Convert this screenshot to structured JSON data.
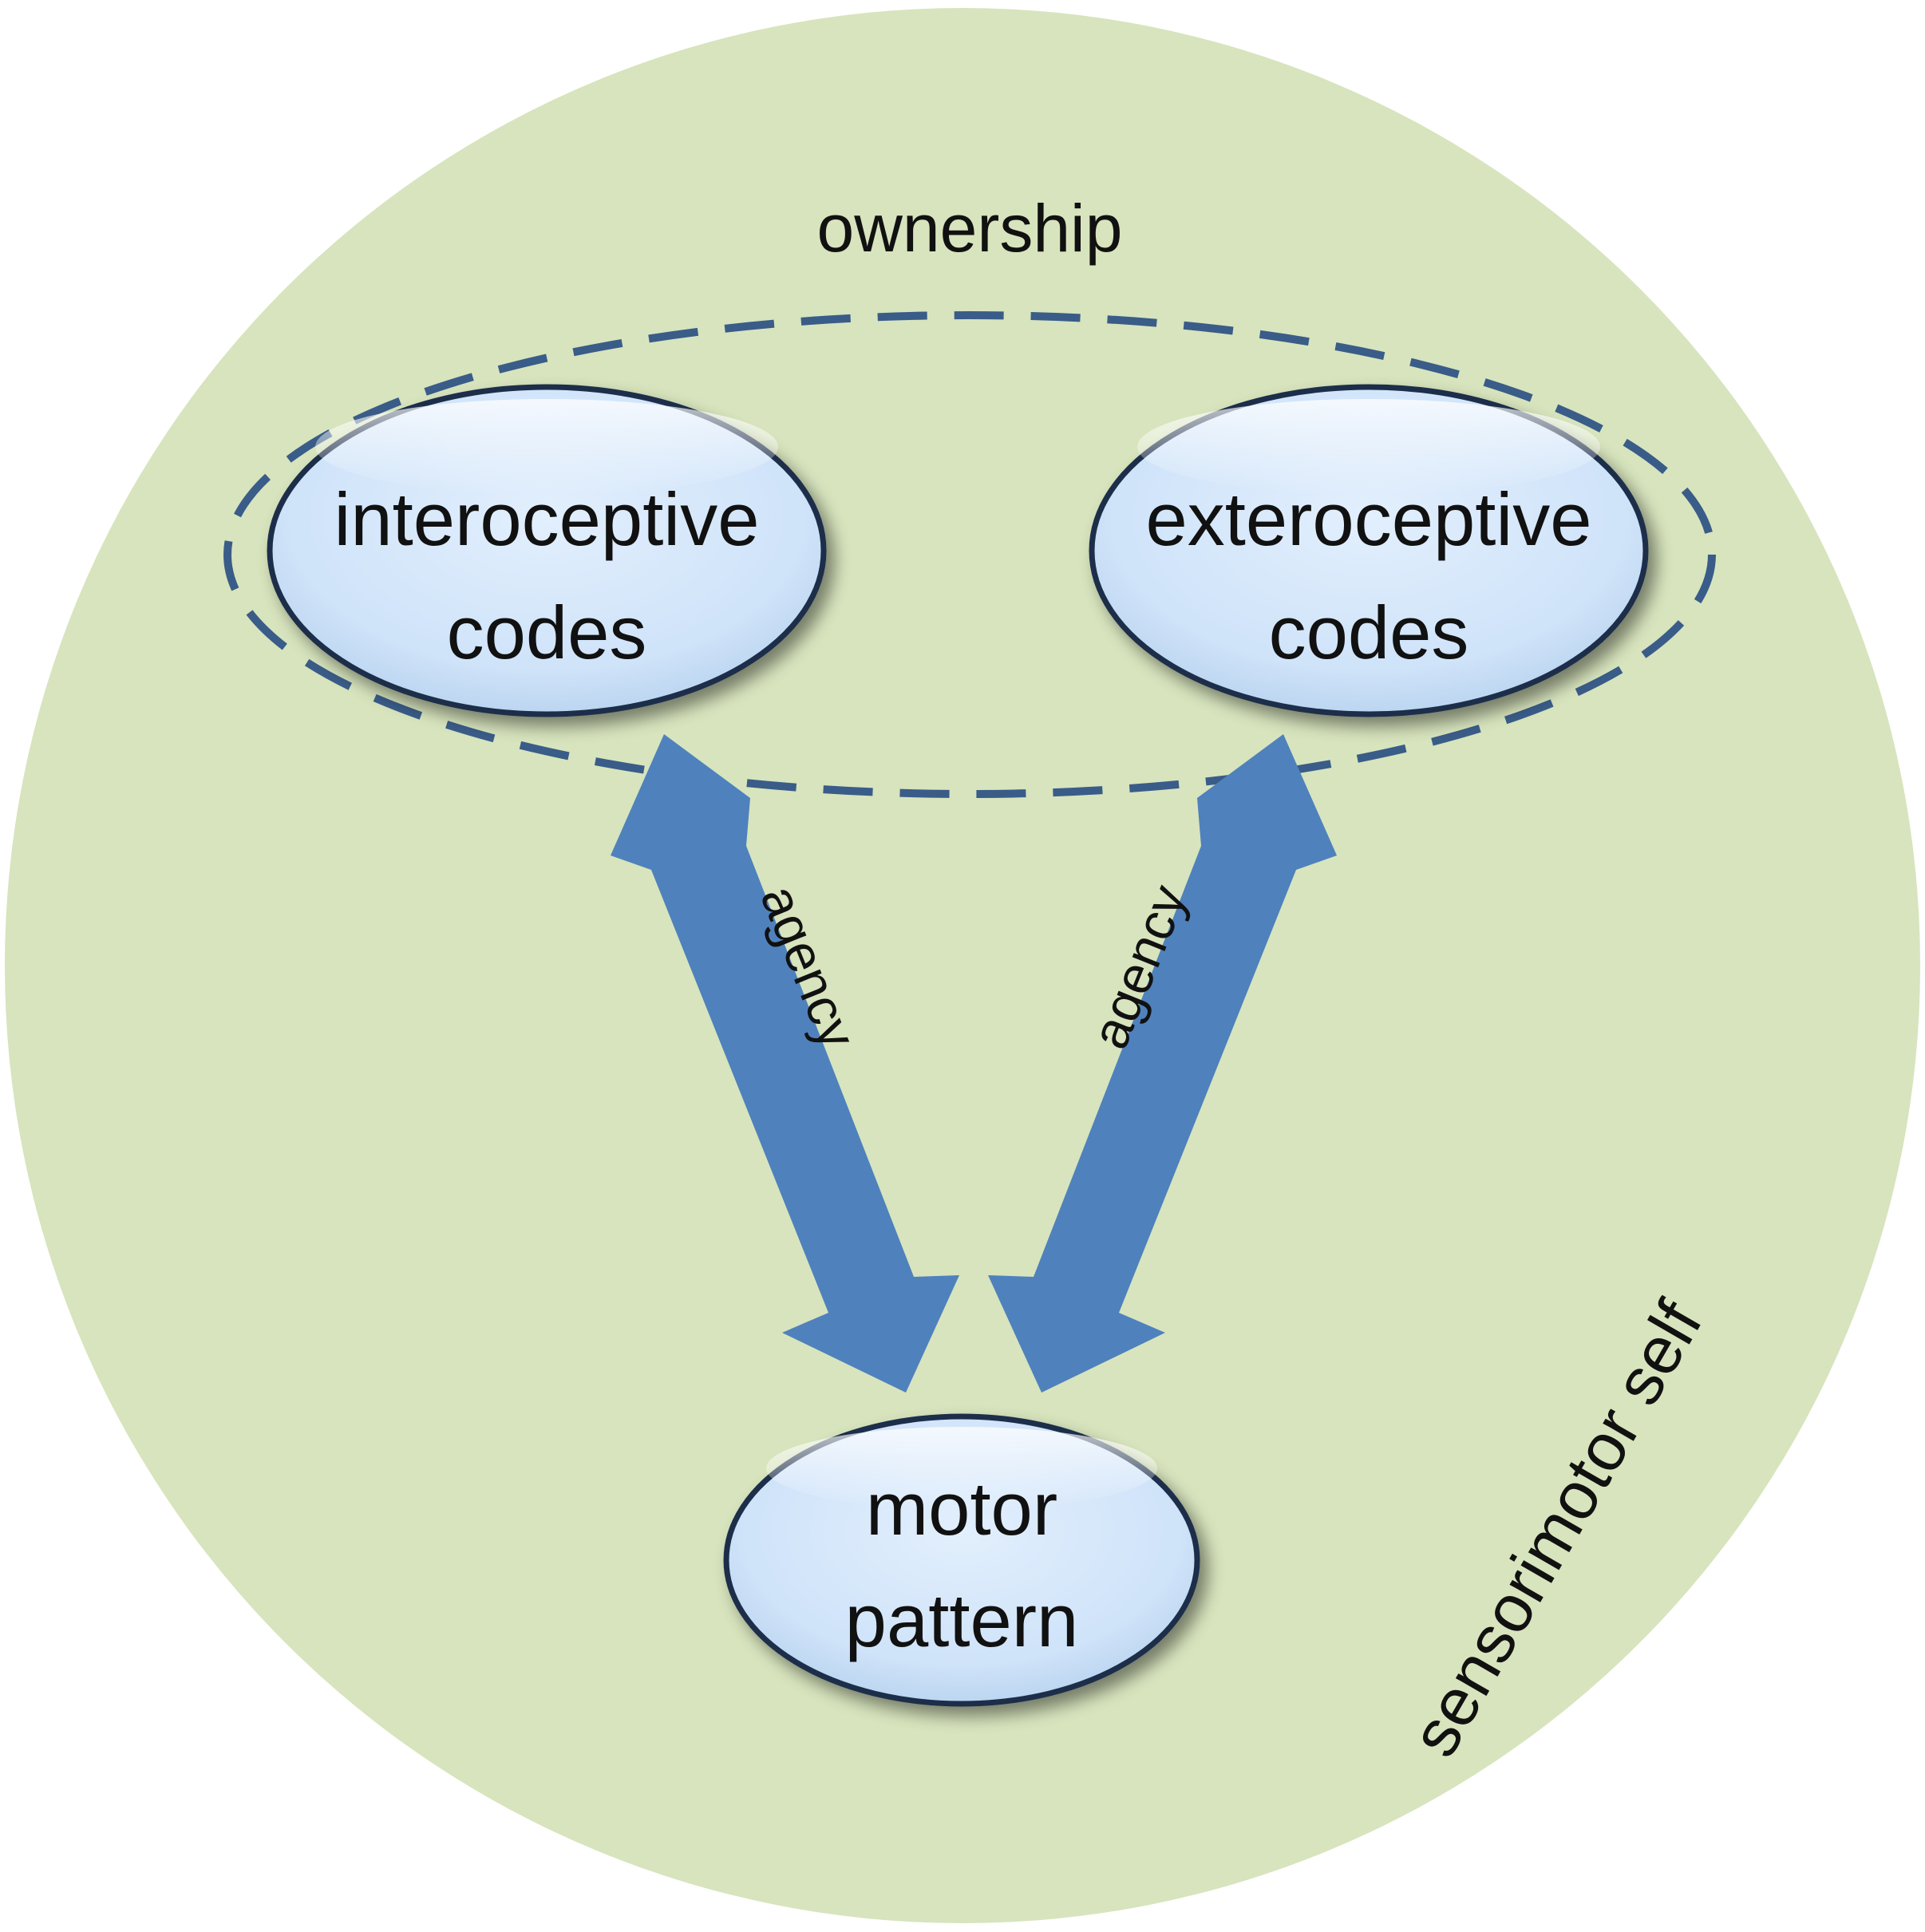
{
  "diagram": {
    "outer_label": "sensorimotor self",
    "group_label": "ownership",
    "nodes": {
      "interoceptive": {
        "line1": "interoceptive",
        "line2": "codes"
      },
      "exteroceptive": {
        "line1": "exteroceptive",
        "line2": "codes"
      },
      "motor": {
        "line1": "motor",
        "line2": "pattern"
      }
    },
    "edges": {
      "left": {
        "label": "agency",
        "from": "interoceptive",
        "to": "motor",
        "bidirectional": true
      },
      "right": {
        "label": "agency",
        "from": "exteroceptive",
        "to": "motor",
        "bidirectional": true
      }
    }
  },
  "colors": {
    "background_circle": "#d7e4bd",
    "node_fill": "#d3e6fb",
    "node_outline": "#1f2f4a",
    "dashed_outline": "#3a5c88",
    "arrow": "#4f81bd",
    "text": "#111111"
  }
}
